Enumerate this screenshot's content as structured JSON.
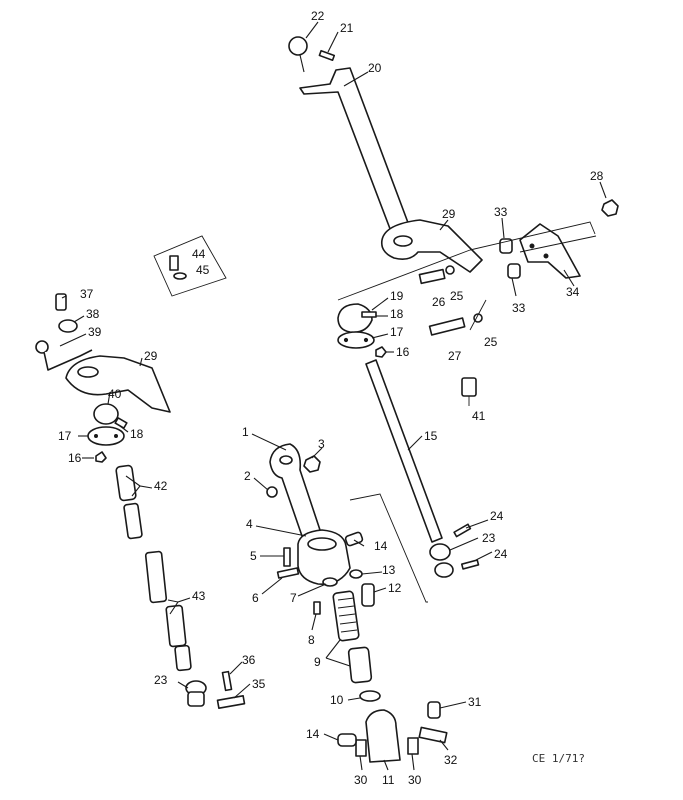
{
  "reference_code": "CE 1/71?",
  "callouts": {
    "c1": "1",
    "c2": "2",
    "c3": "3",
    "c4": "4",
    "c5": "5",
    "c6": "6",
    "c7": "7",
    "c8": "8",
    "c9": "9",
    "c10": "10",
    "c11": "11",
    "c12": "12",
    "c13": "13",
    "c14a": "14",
    "c14b": "14",
    "c15": "15",
    "c16a": "16",
    "c16b": "16",
    "c17a": "17",
    "c17b": "17",
    "c18a": "18",
    "c18b": "18",
    "c19": "19",
    "c20": "20",
    "c21": "21",
    "c22": "22",
    "c23a": "23",
    "c23b": "23",
    "c24a": "24",
    "c24b": "24",
    "c25a": "25",
    "c25b": "25",
    "c26": "26",
    "c27": "27",
    "c28": "28",
    "c29a": "29",
    "c29b": "29",
    "c30a": "30",
    "c30b": "30",
    "c31": "31",
    "c32": "32",
    "c33a": "33",
    "c33b": "33",
    "c34": "34",
    "c35": "35",
    "c36": "36",
    "c37": "37",
    "c38": "38",
    "c39": "39",
    "c40": "40",
    "c41": "41",
    "c42": "42",
    "c43": "43",
    "c44": "44",
    "c45": "45"
  }
}
